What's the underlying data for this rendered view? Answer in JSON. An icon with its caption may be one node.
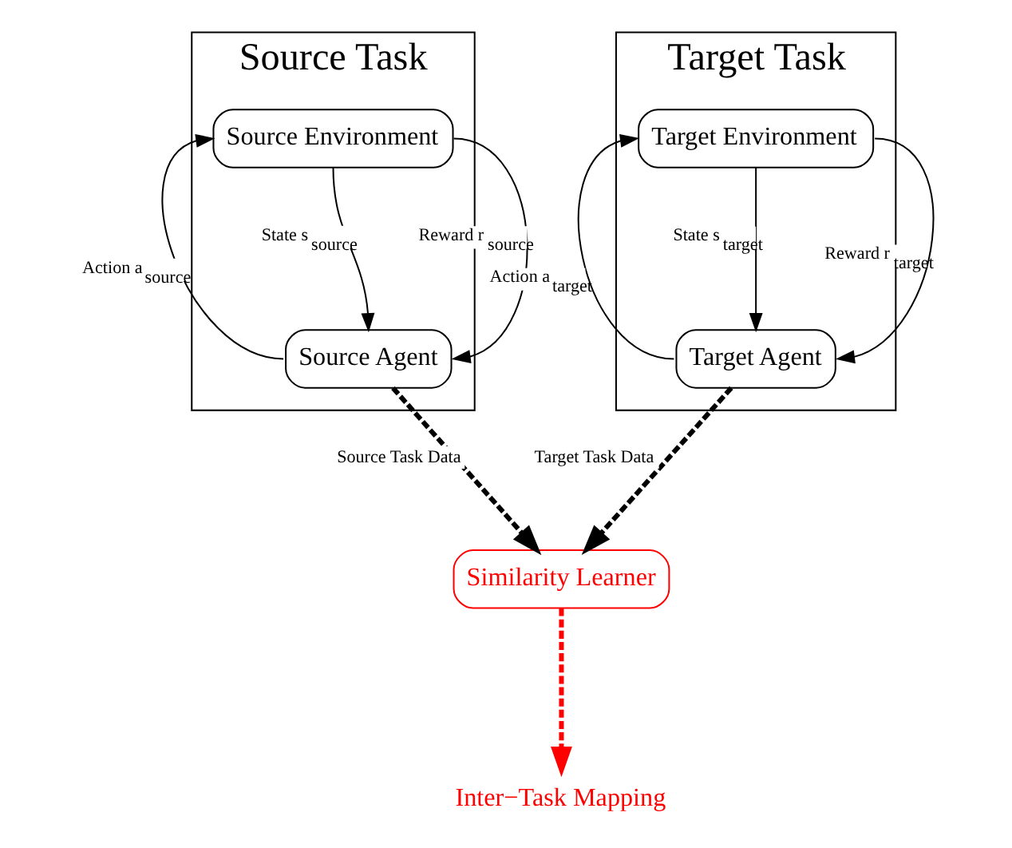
{
  "diagram": {
    "nodes": [
      {
        "text": [
          "Source Task"
        ]
      },
      {
        "text": [
          "Source Environment"
        ],
        "in": 0
      },
      {
        "text": [
          "Source Agent"
        ],
        "in": 0
      },
      {
        "text": [
          "Target Task"
        ]
      },
      {
        "text": [
          "Target Environment"
        ],
        "in": 3
      },
      {
        "text": [
          "Target Agent"
        ],
        "in": 3
      },
      {
        "text": [
          "Similarity Learner"
        ]
      },
      {
        "text": [
          "Inter−Task Mapping"
        ]
      }
    ],
    "edges": [
      {
        "from": 2,
        "to": 1,
        "arrow": "to",
        "label": "Action a$_{source}$"
      },
      {
        "from": 1,
        "to": 2,
        "arrow": "to",
        "label": "State s$_{source}$"
      },
      {
        "from": 1,
        "to": 2,
        "arrow": "to",
        "label": "Reward r$_{source}$"
      },
      {
        "from": 5,
        "to": 4,
        "arrow": "to",
        "label": "Action a$_{target}$"
      },
      {
        "from": 4,
        "to": 5,
        "arrow": "to",
        "label": "State s$_{target}$"
      },
      {
        "from": 4,
        "to": 5,
        "arrow": "to",
        "label": "Reward r$_{target}$"
      },
      {
        "from": 2,
        "to": 6,
        "arrow": "to",
        "label": "Source Task Data",
        "style": "dashed"
      },
      {
        "from": 5,
        "to": 6,
        "arrow": "to",
        "label": "Target Task Data",
        "style": "dashed"
      },
      {
        "from": 6,
        "to": 7,
        "arrow": "to",
        "style": "dashed",
        "color": "#ff0000"
      }
    ]
  }
}
